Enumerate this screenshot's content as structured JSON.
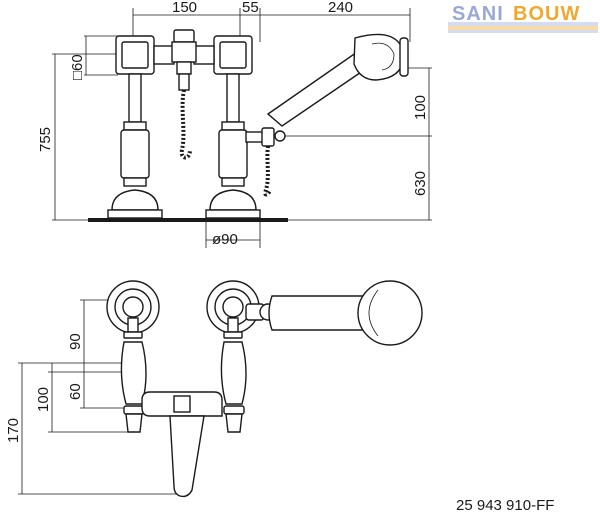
{
  "logo": {
    "word1": "SANI",
    "word2": "BOUW",
    "colors": {
      "blue": "#9aa9d4",
      "orange": "#f0a830"
    }
  },
  "dimensions": {
    "spacing_150": "150",
    "spacing_55": "55",
    "spacing_240": "240",
    "square_60": "□60",
    "height_755": "755",
    "height_100": "100",
    "height_630": "630",
    "diameter_90": "ø90",
    "front_90": "90",
    "front_60": "60",
    "front_100": "100",
    "front_170": "170"
  },
  "article_number": "25 943 910-FF"
}
